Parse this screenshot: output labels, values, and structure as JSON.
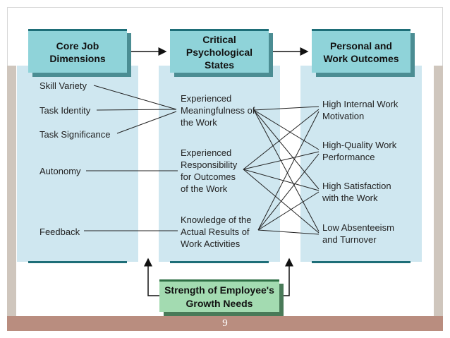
{
  "headers": {
    "core_job": "Core Job Dimensions",
    "critical": "Critical Psychological States",
    "outcomes": "Personal and Work Outcomes"
  },
  "core_job_dimensions": [
    "Skill Variety",
    "Task Identity",
    "Task Significance",
    "Autonomy",
    "Feedback"
  ],
  "psychological_states": [
    "Experienced Meaningfulness of the Work",
    "Experienced Responsibility for Outcomes of the Work",
    "Knowledge of the Actual Results of Work Activities"
  ],
  "outcomes": [
    "High Internal Work Motivation",
    "High-Quality Work Performance",
    "High Satisfaction with the Work",
    "Low Absenteeism and Turnover"
  ],
  "moderator": "Strength of Employee's Growth Needs",
  "page_number": "9",
  "colors": {
    "header_fill": "#8fd3d9",
    "panel_fill": "#cfe7f0",
    "moderator_fill": "#a3dbb1",
    "footer_band": "#b98d7f",
    "side_band": "#cfc6bd"
  }
}
